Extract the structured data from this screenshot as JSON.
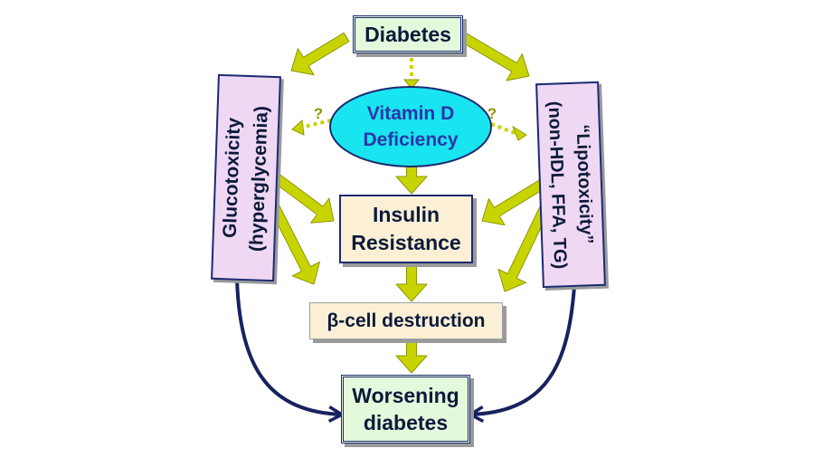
{
  "nodes": {
    "diabetes": "Diabetes",
    "vitamin_d": [
      "Vitamin D",
      "Deficiency"
    ],
    "insulin_resistance": [
      "Insulin",
      "Resistance"
    ],
    "beta_cell": "β-cell destruction",
    "worsening": [
      "Worsening",
      "diabetes"
    ],
    "glucotoxicity": [
      "Glucotoxicity",
      "(hyperglycemia)"
    ],
    "lipotoxicity": [
      "“Lipotoxicity”",
      "(non-HDL, FFA, TG)"
    ]
  },
  "annotations": {
    "uncertain_left": "?",
    "uncertain_right": "?"
  },
  "colors": {
    "arrow_yellow": "#c8d400",
    "arrow_edge": "#8e9700",
    "curve_navy": "#18225e",
    "ellipse_fill": "#19e5f0",
    "ellipse_text": "#2b35a8",
    "green_fill": "#e4f8dc",
    "cream_fill": "#fbf0d6",
    "lavender_fill": "#efd8f4"
  }
}
